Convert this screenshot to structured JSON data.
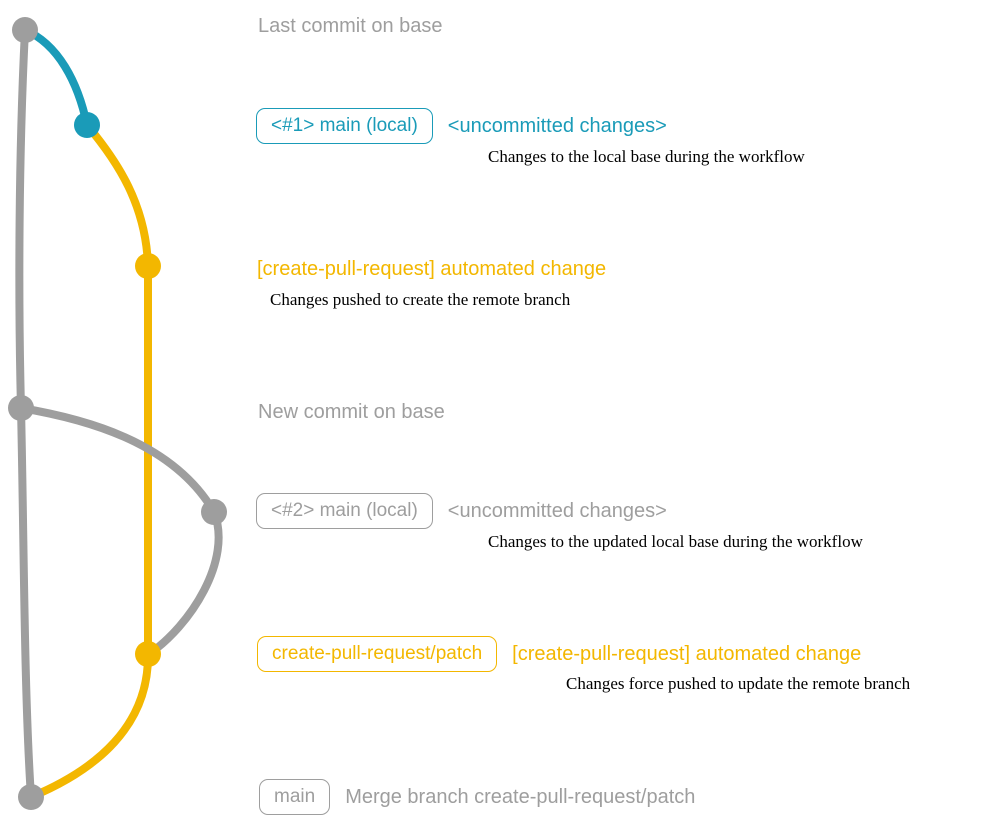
{
  "colors": {
    "gray": "#9e9e9e",
    "teal": "#1a9bb8",
    "yellow": "#f3b700",
    "note_text": "#000000"
  },
  "graph": {
    "branches": [
      {
        "name": "base",
        "color": "#9e9e9e"
      },
      {
        "name": "main-local-uncommitted",
        "color": "#1a9bb8"
      },
      {
        "name": "create-pull-request/patch",
        "color": "#f3b700"
      }
    ],
    "commit_dots": [
      {
        "name": "last-commit-on-base",
        "color": "#9e9e9e"
      },
      {
        "name": "local-uncommitted-1",
        "color": "#1a9bb8"
      },
      {
        "name": "automated-change-1",
        "color": "#f3b700"
      },
      {
        "name": "new-commit-on-base",
        "color": "#9e9e9e"
      },
      {
        "name": "local-uncommitted-2",
        "color": "#9e9e9e"
      },
      {
        "name": "automated-change-2",
        "color": "#f3b700"
      },
      {
        "name": "merge-commit",
        "color": "#9e9e9e"
      }
    ]
  },
  "labels": {
    "last_commit": "Last commit on base",
    "new_commit": "New commit on base"
  },
  "rows": {
    "local1": {
      "badge": "<#1> main (local)",
      "status": "<uncommitted changes>",
      "note": "Changes to the local base during the workflow"
    },
    "push1": {
      "title": "[create-pull-request] automated change",
      "note": "Changes pushed to create the remote branch"
    },
    "local2": {
      "badge": "<#2> main (local)",
      "status": "<uncommitted changes>",
      "note": "Changes to the updated local base during the workflow"
    },
    "push2": {
      "badge": "create-pull-request/patch",
      "title": "[create-pull-request] automated change",
      "note": "Changes force pushed to update the remote branch"
    },
    "merge": {
      "badge": "main",
      "text": "Merge branch create-pull-request/patch"
    }
  }
}
